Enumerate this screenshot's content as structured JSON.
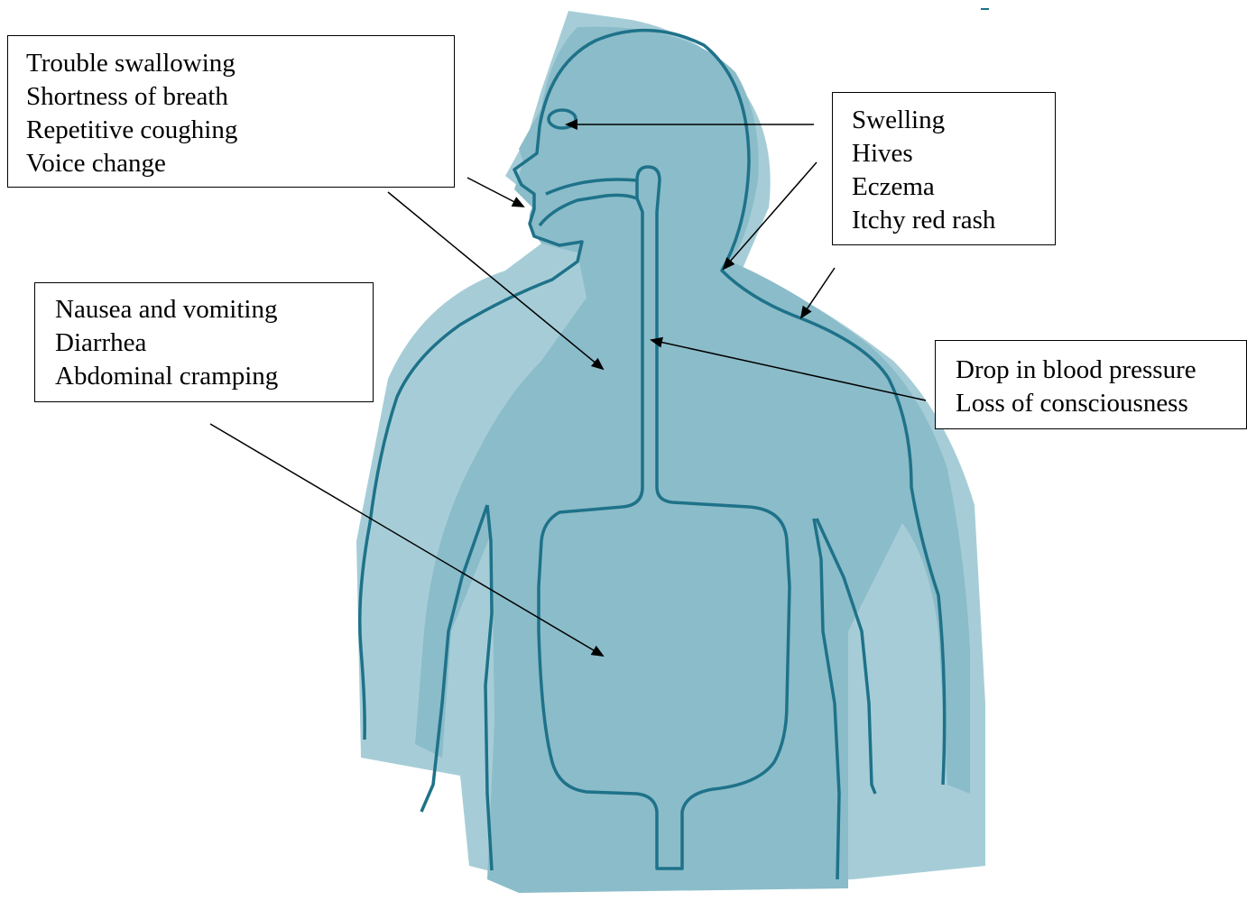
{
  "colors": {
    "body_fill": "#8bbcc9",
    "body_fill_light": "#a6cdd7",
    "outline": "#1e7289",
    "arrow": "#000000"
  },
  "boxes": {
    "airway": {
      "lines": [
        "Trouble swallowing",
        "Shortness of breath",
        "Repetitive coughing",
        "Voice change"
      ]
    },
    "skin": {
      "lines": [
        "Swelling",
        "Hives",
        "Eczema",
        "Itchy red rash"
      ]
    },
    "gastrointestinal": {
      "lines": [
        "Nausea and vomiting",
        "Diarrhea",
        "Abdominal cramping"
      ]
    },
    "cardiovascular": {
      "lines": [
        "Drop in blood pressure",
        "Loss of consciousness"
      ]
    }
  }
}
